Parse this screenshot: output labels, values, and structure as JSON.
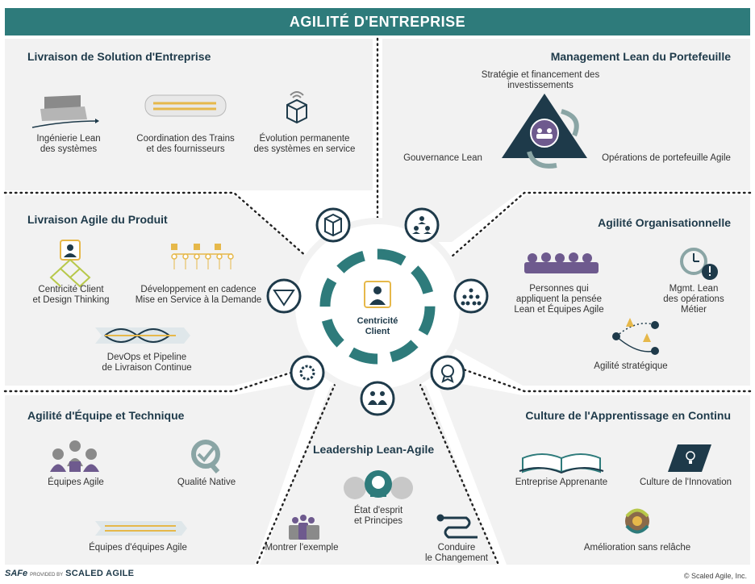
{
  "header": {
    "title": "AGILITÉ D'ENTREPRISE"
  },
  "hub": {
    "line1": "Centricité",
    "line2": "Client"
  },
  "sections": {
    "solution": {
      "title": "Livraison de Solution d'Entreprise",
      "items": [
        {
          "line1": "Ingénierie Lean",
          "line2": "des systèmes"
        },
        {
          "line1": "Coordination des Trains",
          "line2": "et des fournisseurs"
        },
        {
          "line1": "Évolution permanente",
          "line2": "des systèmes en service"
        }
      ]
    },
    "portfolio": {
      "title": "Management Lean du Portefeuille",
      "strategy": {
        "line1": "Stratégie et financement des",
        "line2": "investissements"
      },
      "governance": "Gouvernance Lean",
      "operations": "Opérations de portefeuille Agile"
    },
    "product": {
      "title": "Livraison Agile du Produit",
      "items": [
        {
          "line1": "Centricité Client",
          "line2": "et Design Thinking"
        },
        {
          "line1": "Développement en cadence",
          "line2": "Mise en Service à la Demande"
        },
        {
          "line1": "DevOps et Pipeline",
          "line2": "de Livraison Continue"
        }
      ]
    },
    "org": {
      "title": "Agilité Organisationnelle",
      "items": [
        {
          "line1": "Personnes qui",
          "line2": "appliquent la pensée",
          "line3": "Lean et Équipes Agile"
        },
        {
          "line1": "Mgmt. Lean",
          "line2": "des opérations",
          "line3": "Métier"
        },
        {
          "line1": "Agilité stratégique"
        }
      ]
    },
    "team": {
      "title": "Agilité d'Équipe et Technique",
      "items": [
        {
          "line1": "Équipes Agile"
        },
        {
          "line1": "Qualité Native"
        },
        {
          "line1": "Équipes d'équipes Agile"
        }
      ]
    },
    "leadership": {
      "title": "Leadership Lean-Agile",
      "items": [
        {
          "line1": "État d'esprit",
          "line2": "et Principes"
        },
        {
          "line1": "Montrer l'exemple"
        },
        {
          "line1": "Conduire",
          "line2": "le Changement"
        }
      ]
    },
    "learning": {
      "title": "Culture de l'Apprentissage en Continu",
      "items": [
        {
          "line1": "Entreprise Apprenante"
        },
        {
          "line1": "Culture de l'Innovation"
        },
        {
          "line1": "Amélioration sans relâche"
        }
      ]
    }
  },
  "footer": {
    "logo_safe": "SAFe",
    "logo_provided": "PROVIDED BY",
    "logo_company": "SCALED AGILE",
    "copyright": "© Scaled Agile, Inc."
  },
  "colors": {
    "teal": "#2e7b7b",
    "panel": "#f2f2f2",
    "purple": "#6e5a8e",
    "gold": "#e6b84a",
    "dark": "#1e3a4a"
  }
}
